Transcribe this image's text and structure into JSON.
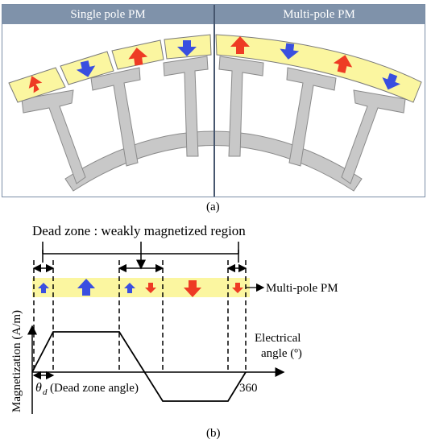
{
  "panel_a": {
    "left_header": "Single pole PM",
    "right_header": "Multi-pole PM",
    "caption": "(a)"
  },
  "panel_b": {
    "dead_zone_title": "Dead zone : weakly magnetized region",
    "multi_pole_label": "Multi-pole PM",
    "y_axis_label": "Magnetization (A/m)",
    "x_axis_label_line1": "Electrical",
    "x_axis_label_line2": "angle (º)",
    "theta_symbol": "θ",
    "theta_subscript": "d",
    "dead_zone_angle_label": "(Dead zone angle)",
    "end_tick_label": "360",
    "caption": "(b)"
  },
  "colors": {
    "header_bg": "#7f92aa",
    "magnet_fill": "#fbf6a0",
    "stator_fill": "#c8c8c8",
    "arrow_red": "#ee3b24",
    "arrow_blue": "#3a4fe0"
  },
  "icons": [
    "arrow-up-red",
    "arrow-down-blue",
    "arrow-up-blue",
    "arrow-down-red",
    "arrow-right"
  ]
}
